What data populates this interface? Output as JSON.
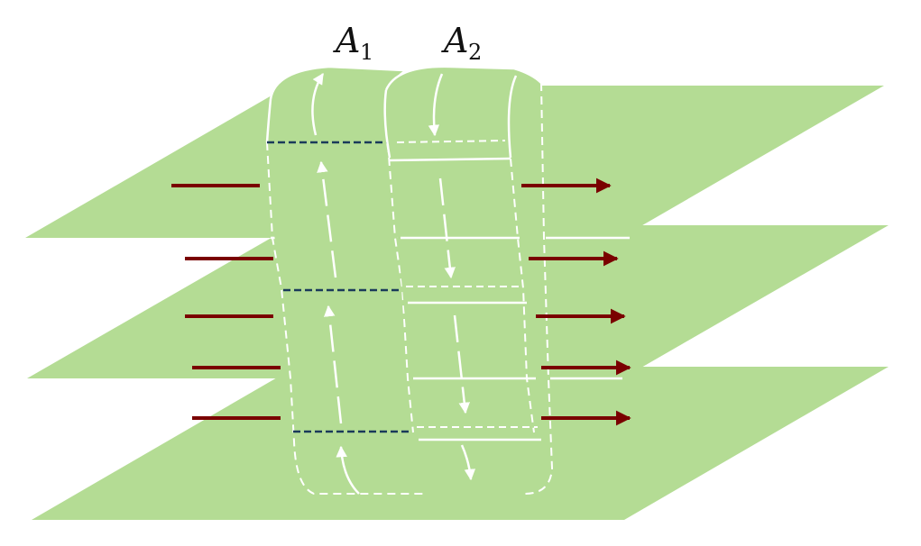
{
  "labels": {
    "a1": {
      "main": "A",
      "sub": "1"
    },
    "a2": {
      "main": "A",
      "sub": "2"
    }
  },
  "colors": {
    "sheet": "#b4dc94",
    "surface": "#b4dc94",
    "surface_outline": "#ffffff",
    "external_arrow": "#7a0000",
    "seam_line": "#1a3a5a",
    "flow_arrow": "#ffffff"
  },
  "structure": {
    "sheet_count": 3,
    "external_arrows_per_side": 5,
    "arrow_direction": "left-to-right",
    "tube_a1_flow": "up",
    "tube_a2_flow": "down"
  }
}
